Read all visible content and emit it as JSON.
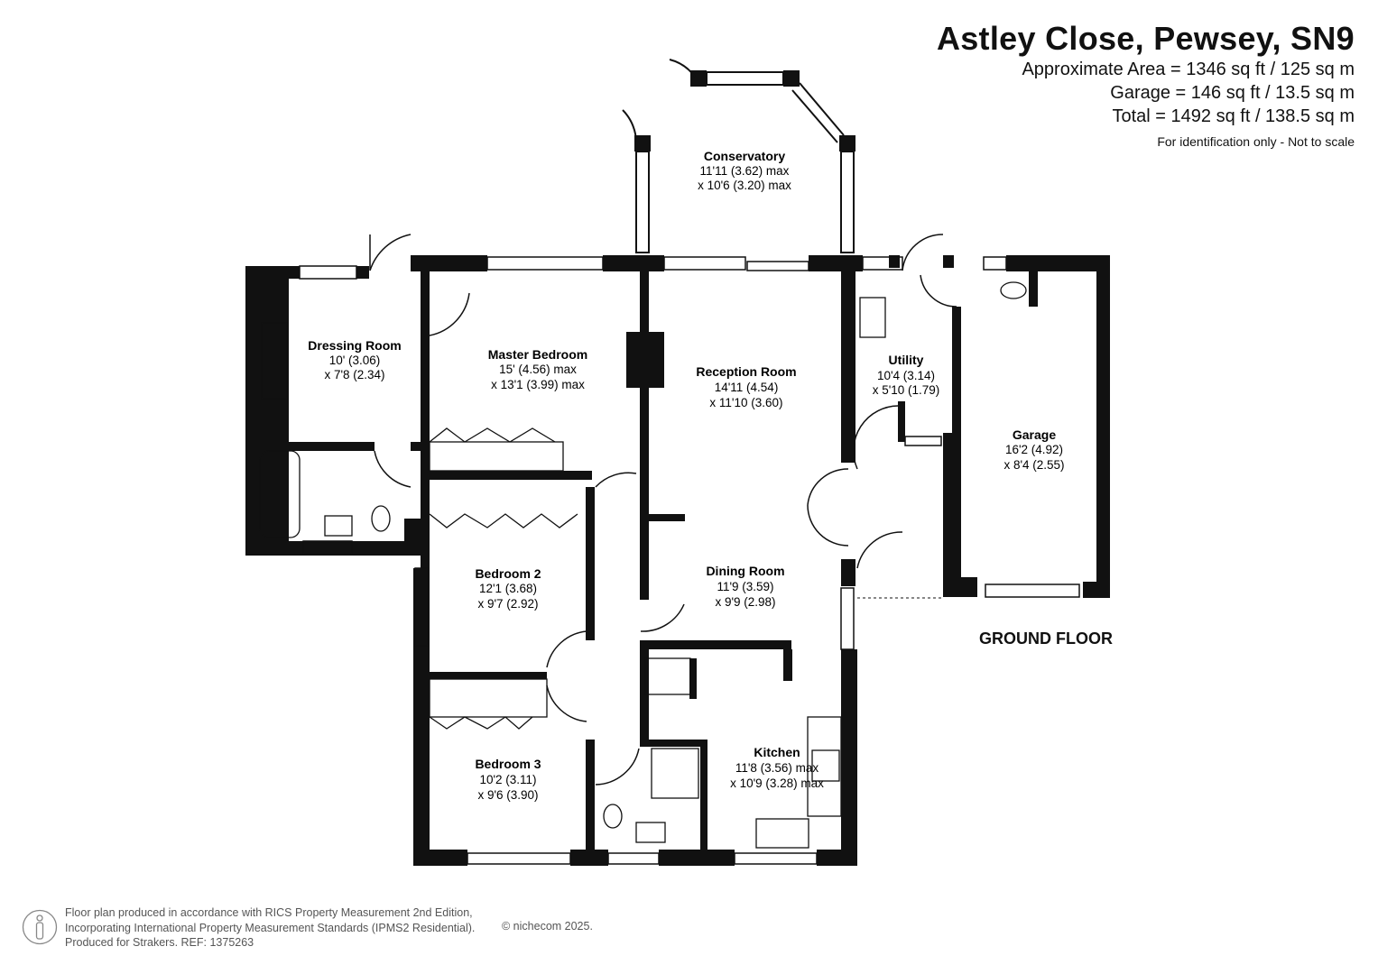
{
  "header": {
    "title": "Astley Close, Pewsey, SN9",
    "areas": [
      "Approximate Area = 1346 sq ft / 125 sq m",
      "Garage = 146 sq ft / 13.5 sq m",
      "Total = 1492 sq ft / 138.5 sq m"
    ],
    "note": "For identification only - Not to scale"
  },
  "floor_label": "GROUND FLOOR",
  "rooms": [
    {
      "id": "conservatory",
      "name": "Conservatory",
      "dims": [
        "11'11 (3.62) max",
        "x 10'6 (3.20) max"
      ]
    },
    {
      "id": "dressing-room",
      "name": "Dressing Room",
      "dims": [
        "10' (3.06)",
        "x 7'8 (2.34)"
      ]
    },
    {
      "id": "master-bedroom",
      "name": "Master Bedroom",
      "dims": [
        "15' (4.56) max",
        "x 13'1 (3.99) max"
      ]
    },
    {
      "id": "reception-room",
      "name": "Reception Room",
      "dims": [
        "14'11 (4.54)",
        "x 11'10 (3.60)"
      ]
    },
    {
      "id": "utility",
      "name": "Utility",
      "dims": [
        "10'4 (3.14)",
        "x 5'10 (1.79)"
      ]
    },
    {
      "id": "garage",
      "name": "Garage",
      "dims": [
        "16'2 (4.92)",
        "x 8'4 (2.55)"
      ]
    },
    {
      "id": "bedroom-2",
      "name": "Bedroom 2",
      "dims": [
        "12'1 (3.68)",
        "x 9'7 (2.92)"
      ]
    },
    {
      "id": "dining-room",
      "name": "Dining Room",
      "dims": [
        "11'9 (3.59)",
        "x 9'9 (2.98)"
      ]
    },
    {
      "id": "bedroom-3",
      "name": "Bedroom 3",
      "dims": [
        "10'2 (3.11)",
        "x 9'6 (3.90)"
      ]
    },
    {
      "id": "kitchen",
      "name": "Kitchen",
      "dims": [
        "11'8 (3.56) max",
        "x 10'9 (3.28) max"
      ]
    }
  ],
  "footer": {
    "lines": [
      "Floor plan produced in accordance with RICS Property Measurement 2nd Edition,",
      "Incorporating International Property Measurement Standards (IPMS2 Residential).",
      "Produced for Strakers.   REF: 1375263"
    ],
    "copyright": "© nichecom 2025."
  }
}
